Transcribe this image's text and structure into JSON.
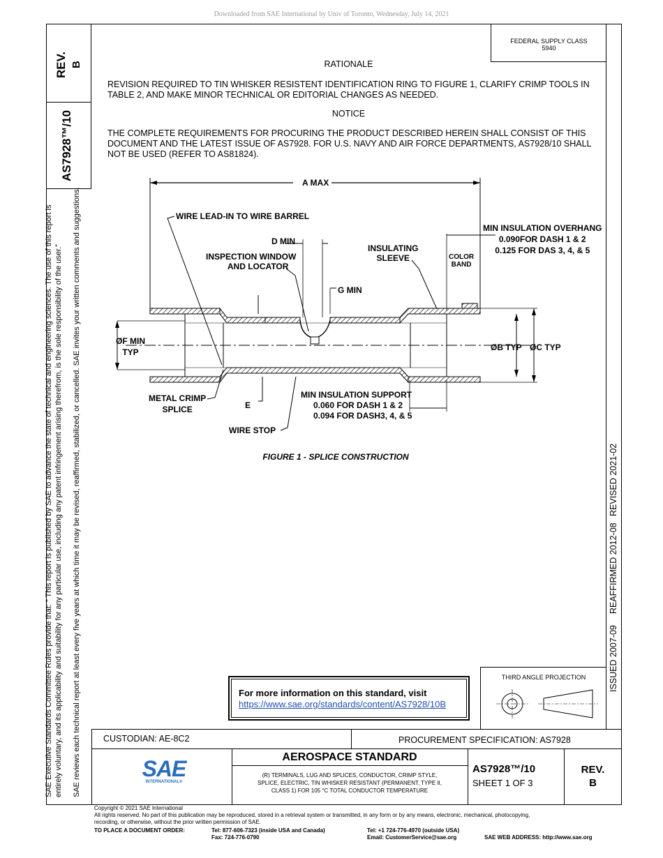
{
  "download_notice": "Downloaded from SAE International by Univ of Toronto, Wednesday, July 14, 2021",
  "side": {
    "rev_label": "REV.",
    "rev_value": "B",
    "doc_number": "AS7928™/10",
    "legal_line1": "SAE Executive Standards Committee Rules provide that: “ This report is published by SAE to advance the state of technical and engineering sciences. The use of this report is",
    "legal_line2": "entirely voluntary, and its applicability and suitability for any particular use, including any patent infringement arising therefrom, is the sole responsibility of the user.”",
    "legal_line3": "SAE reviews each technical report at least every five years at which time it may be revised, reaffirmed, stabilized, or cancelled. SAE invites your written comments and suggestions.",
    "issued": "ISSUED 2007-09",
    "reaffirmed": "REAFFIRMED 2012-08",
    "revised": "REVISED 2021-02"
  },
  "fsc": {
    "label": "FEDERAL SUPPLY CLASS",
    "value": "5940"
  },
  "rationale": {
    "heading": "RATIONALE",
    "line1": "REVISION REQUIRED TO TIN WHISKER RESISTENT IDENTIFICATION RING TO FIGURE 1, CLARIFY CRIMP TOOLS IN",
    "line2": "TABLE 2, AND MAKE MINOR TECHNICAL OR EDITORIAL CHANGES AS NEEDED."
  },
  "notice": {
    "heading": "NOTICE",
    "line1": "THE COMPLETE REQUIREMENTS FOR PROCURING THE PRODUCT DESCRIBED HEREIN SHALL CONSIST OF THIS",
    "line2": "DOCUMENT AND THE LATEST ISSUE OF AS7928. FOR U.S. NAVY AND AIR FORCE DEPARTMENTS, AS7928/10 SHALL",
    "line3": "NOT BE USED (REFER TO AS81824)."
  },
  "figure": {
    "a_max": "A MAX",
    "wire_lead_in": "WIRE LEAD-IN TO WIRE BARREL",
    "d_min": "D MIN",
    "inspection1": "INSPECTION WINDOW",
    "inspection2": "AND LOCATOR",
    "g_min": "G MIN",
    "insulating1": "INSULATING",
    "insulating2": "SLEEVE",
    "color1": "COLOR",
    "color2": "BAND",
    "overhang1": "MIN INSULATION OVERHANG",
    "overhang2": "0.090FOR DASH 1 & 2",
    "overhang3": "0.125 FOR DAS 3, 4, & 5",
    "f_min1": "ØF MIN",
    "f_min2": "TYP",
    "b_typ": "ØB TYP",
    "c_typ": "ØC TYP",
    "metal1": "METAL CRIMP",
    "metal2": "SPLICE",
    "e_label": "E",
    "support1": "MIN INSULATION SUPPORT",
    "support2": "0.060 FOR DASH 1 & 2",
    "support3": "0.094 FOR DASH3, 4, & 5",
    "wire_stop": "WIRE STOP",
    "caption": "FIGURE 1 - SPLICE CONSTRUCTION"
  },
  "info_box": {
    "text": "For more information on this standard, visit",
    "url": "https://www.sae.org/standards/content/AS7928/10B"
  },
  "projection": {
    "label": "THIRD ANGLE PROJECTION"
  },
  "titleblock": {
    "custodian": "CUSTODIAN: AE-8C2",
    "procurement": "PROCUREMENT SPECIFICATION: AS7928",
    "logo_text": "SAE",
    "logo_sub": "INTERNATIONAL®",
    "standard": "AEROSPACE STANDARD",
    "title1": "(R) TERMINALS, LUG AND SPLICES, CONDUCTOR, CRIMP STYLE,",
    "title2": "SPLICE, ELECTRIC, TIN WHISKER RESISTANT (PERMANENT, TYPE II,",
    "title3": "CLASS 1) FOR 105 °C TOTAL CONDUCTOR TEMPERATURE",
    "doc_number": "AS7928™/10",
    "sheet": "SHEET 1 OF 3",
    "rev_label": "REV.",
    "rev_value": "B"
  },
  "footer": {
    "copyright": "Copyright © 2021 SAE International",
    "rights1": "All rights reserved. No part of this publication may be reproduced, stored in a retrieval system or transmitted, in any form or by any means, electronic, mechanical, photocopying,",
    "rights2": "recording, or otherwise, without the prior written permission of SAE.",
    "order_label": "TO PLACE A DOCUMENT ORDER:",
    "tel1": "Tel: 877-606-7323 (inside USA and Canada)",
    "fax": "Fax: 724-776-0790",
    "tel2": "Tel: +1 724-776-4970 (outside USA)",
    "email": "Email: CustomerService@sae.org",
    "web": "SAE WEB ADDRESS: http://www.sae.org"
  }
}
